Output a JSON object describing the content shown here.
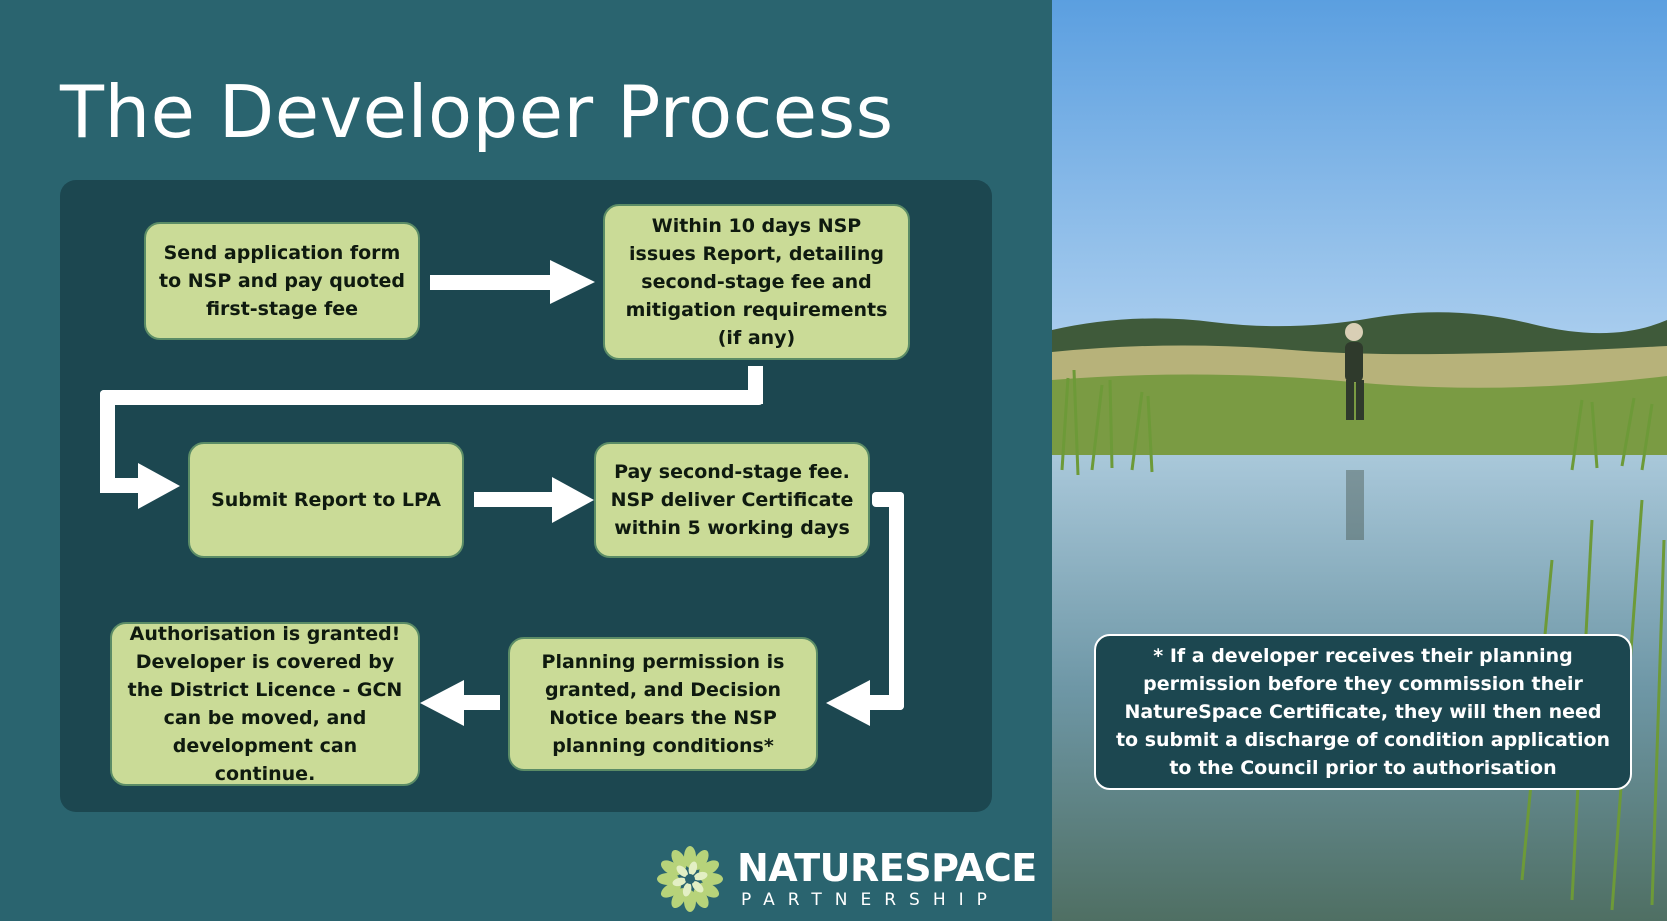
{
  "slide": {
    "title": "The Developer Process"
  },
  "steps": [
    {
      "id": "step-1",
      "text": "Send application form to NSP and pay quoted first-stage fee"
    },
    {
      "id": "step-2",
      "text": "Within 10 days NSP issues Report, detailing second-stage fee and mitigation requirements (if any)"
    },
    {
      "id": "step-3",
      "text": "Submit Report to LPA"
    },
    {
      "id": "step-4",
      "text": "Pay second-stage fee. NSP deliver Certificate within 5 working days"
    },
    {
      "id": "step-5",
      "text": "Planning permission is granted, and Decision Notice bears the NSP planning conditions*"
    },
    {
      "id": "step-6",
      "text": "Authorisation is granted! Developer is covered by the District Licence - GCN can be moved, and development can continue."
    }
  ],
  "note": {
    "text": "* If a developer receives their planning permission before they commission their NatureSpace Certificate, they will then need to submit a discharge of condition application to the Council prior to authorisation"
  },
  "logo": {
    "name": "NATURESPACE",
    "subtitle": "PARTNERSHIP",
    "icon": "flower-logo-icon"
  },
  "colors": {
    "background": "#2a646f",
    "panel": "#1c4750",
    "step_fill": "#cadb97",
    "arrow": "#ffffff",
    "logo_accent": "#b7d37a"
  }
}
